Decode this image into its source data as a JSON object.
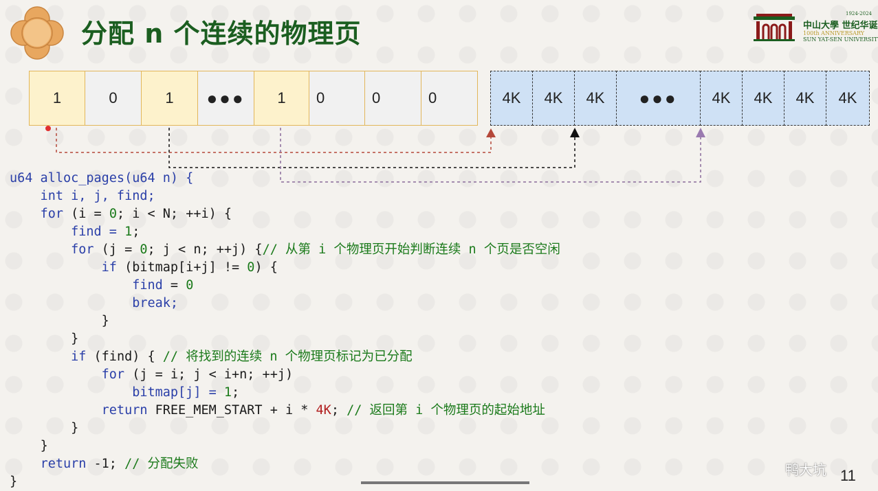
{
  "title": "分配 n 个连续的物理页",
  "logo": {
    "years": "1924-2024",
    "cn_name": "中山大學 世纪华诞",
    "en_anniversary": "100th ANNIVERSARY",
    "en_name": "SUN YAT-SEN UNIVERSITY"
  },
  "bitmap_cells": [
    "1",
    "0",
    "1",
    "●●●",
    "1",
    "0",
    "0",
    "0"
  ],
  "page_cells": [
    "4K",
    "4K",
    "4K",
    "●●●",
    "4K",
    "4K",
    "4K",
    "4K"
  ],
  "code": {
    "l1": "u64 alloc_pages(u64 n) {",
    "l2": "    int i, j, find;",
    "l3a": "for",
    "l3b": " (i = ",
    "l3c": "0",
    "l3d": "; i < N; ++i) {",
    "l4a": "find = ",
    "l4b": "1",
    "l4c": ";",
    "l5a": "for",
    "l5b": " (j = ",
    "l5c": "0",
    "l5d": "; j < n; ++j) {",
    "l5e": "// 从第 i 个物理页开始判断连续 n 个页是否空闲",
    "l6a": "if",
    "l6b": " (bitmap[i+j] != ",
    "l6c": "0",
    "l6d": ") {",
    "l7a": "find",
    "l7b": " = ",
    "l7c": "0",
    "l8": "break;",
    "l9": "}",
    "l10": "}",
    "l11a": "if",
    "l11b": " (find) { ",
    "l11c": "// 将找到的连续 n 个物理页标记为已分配",
    "l12a": "for",
    "l12b": " (j = i; j < i+n; ++j)",
    "l13a": "bitmap[j] = ",
    "l13b": "1",
    "l13c": ";",
    "l14a": "return",
    "l14b": " FREE_MEM_START + i * ",
    "l14c": "4K",
    "l14d": "; ",
    "l14e": "// 返回第 i 个物理页的起始地址",
    "l15": "}",
    "l16": "}",
    "l17a": "return",
    "l17b": " -1; ",
    "l17c": "// 分配失败",
    "l18": "}"
  },
  "page_number": "11",
  "corner_tag": "鸭大坑"
}
